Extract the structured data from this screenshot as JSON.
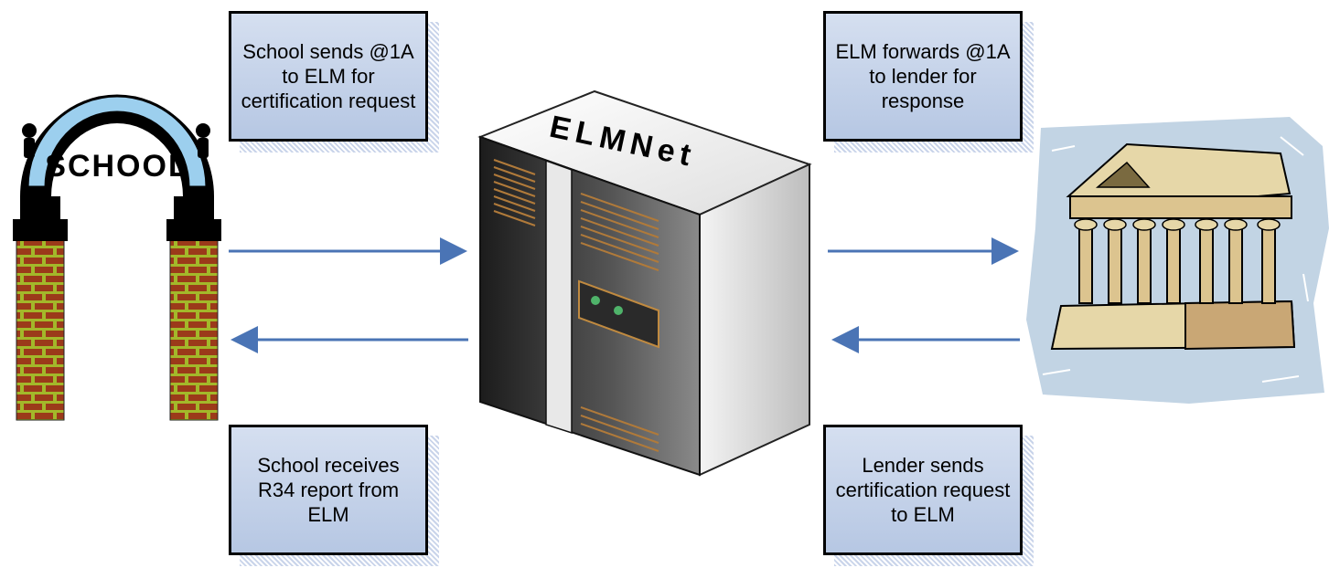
{
  "boxes": {
    "school_sends": "School sends @1A to ELM for certification request",
    "elm_forwards": "ELM forwards @1A to lender for response",
    "school_receives": "School receives R34 report from ELM",
    "lender_sends": "Lender sends certification request to ELM"
  },
  "school_sign": "SCHOOL",
  "server_label": "ELMNet",
  "colors": {
    "box_fill": "#b6c7e3",
    "arrow": "#4a74b5",
    "brick": "#9b3a1a",
    "mortar": "#a3b82a",
    "sign": "#9ccfee"
  },
  "icons": [
    "school-gate-icon",
    "server-icon",
    "bank-building-icon"
  ]
}
